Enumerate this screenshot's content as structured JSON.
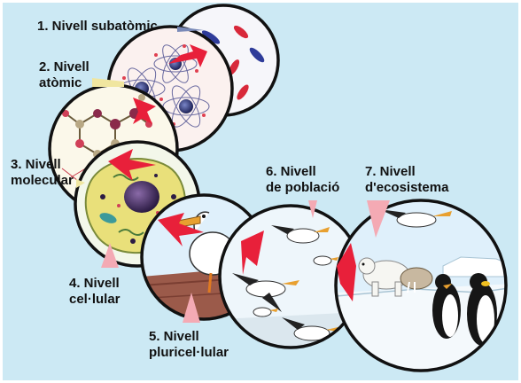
{
  "colors": {
    "background": "#cce9f4",
    "outline": "#111111",
    "arrow": "#e8203a",
    "pointer_pink": "#f4aab4",
    "cell_fill": "#e9e07a",
    "sky": "#dff0fb",
    "ice": "#f4f9fc",
    "rock": "#9b5a4a"
  },
  "levels": [
    {
      "id": "subatomic",
      "lines": [
        "1. Nivell subatòmic"
      ]
    },
    {
      "id": "atomic",
      "lines": [
        "2. Nivell",
        "atòmic"
      ]
    },
    {
      "id": "molecular",
      "lines": [
        "3. Nivell",
        "molecular"
      ]
    },
    {
      "id": "cellular",
      "lines": [
        "4. Nivell",
        "cel·lular"
      ]
    },
    {
      "id": "pluricellular",
      "lines": [
        "5. Nivell",
        "pluricel·lular"
      ]
    },
    {
      "id": "population",
      "lines": [
        "6. Nivell",
        "de població"
      ]
    },
    {
      "id": "ecosystem",
      "lines": [
        "7. Nivell",
        "d'ecosistema"
      ]
    }
  ]
}
